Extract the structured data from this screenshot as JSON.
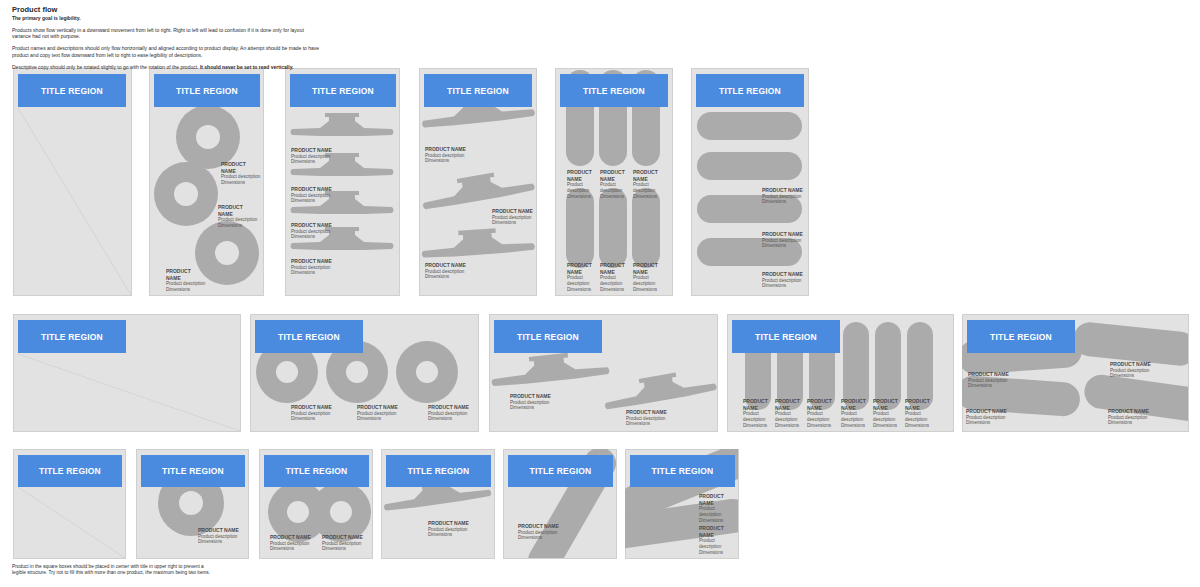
{
  "diagram": {
    "title": "Product flow",
    "caption": "Product in the square boxes should be placed in center with title in upper right to prevent a legible structure. Try not to fill this with more than one product, the maximum being two items.",
    "nodes": [
      {
        "text": []
      },
      {
        "text": [
          "TITLE REGION"
        ],
        "in": 0
      },
      {
        "text": [
          "PRODUCT NAME",
          "Product description",
          "Dimensions",
          "PRODUCT NAME",
          "Product description",
          "Dimensions",
          "PRODUCT NAME",
          "Product description",
          "Dimensions"
        ]
      },
      {
        "text": [
          "TITLE REGION"
        ],
        "in": 2
      },
      {
        "text": [
          "PRODUCT NAME",
          "Product description",
          "Dimensions",
          "PRODUCT NAME",
          "Product description",
          "Dimensions",
          "PRODUCT NAME",
          "Product description",
          "Dimensions",
          "PRODUCT NAME",
          "Product description",
          "Dimensions"
        ]
      },
      {
        "text": [
          "TITLE REGION"
        ],
        "in": 4
      },
      {
        "text": [
          "PRODUCT NAME",
          "Product description",
          "Dimensions",
          "PRODUCT NAME",
          "Product description",
          "Dimensions",
          "PRODUCT NAME",
          "Product description",
          "Dimensions"
        ]
      },
      {
        "text": [
          "TITLE REGION"
        ],
        "in": 6
      },
      {
        "text": [
          "PRODUCT NAME",
          "Product description",
          "Dimensions",
          "PRODUCT NAME",
          "Product description",
          "Dimensions",
          "PRODUCT NAME",
          "Product description",
          "Dimensions",
          "PRODUCT NAME",
          "Product description",
          "Dimensions",
          "PRODUCT NAME",
          "Product description",
          "Dimensions",
          "PRODUCT NAME",
          "Product description",
          "Dimensions"
        ]
      },
      {
        "text": [
          "TITLE REGION"
        ],
        "in": 8
      },
      {
        "text": [
          "PRODUCT NAME",
          "Product description",
          "Dimensions",
          "PRODUCT NAME",
          "Product description",
          "Dimensions",
          "PRODUCT NAME",
          "Product description",
          "Dimensions"
        ]
      },
      {
        "text": [
          "TITLE REGION"
        ],
        "in": 10
      },
      {
        "text": []
      },
      {
        "text": [
          "TITLE REGION"
        ],
        "in": 12
      },
      {
        "text": [
          "PRODUCT NAME",
          "Product description",
          "Dimensions",
          "PRODUCT NAME",
          "Product description",
          "Dimensions",
          "PRODUCT NAME",
          "Product description",
          "Dimensions"
        ]
      },
      {
        "text": [
          "TITLE REGION"
        ],
        "in": 14
      },
      {
        "text": [
          "PRODUCT NAME",
          "Product description",
          "Dimensions",
          "PRODUCT NAME",
          "Product description",
          "Dimensions"
        ]
      },
      {
        "text": [
          "TITLE REGION"
        ],
        "in": 16
      },
      {
        "text": [
          "PRODUCT NAME",
          "Product description",
          "Dimensions",
          "PRODUCT NAME",
          "Product description",
          "Dimensions",
          "PRODUCT NAME",
          "Product description",
          "Dimensions",
          "PRODUCT NAME",
          "Product description",
          "Dimensions",
          "PRODUCT NAME",
          "Product description",
          "Dimensions",
          "PRODUCT NAME",
          "Product description",
          "Dimensions"
        ]
      },
      {
        "text": [
          "TITLE REGION"
        ],
        "in": 18
      },
      {
        "text": [
          "PRODUCT NAME",
          "Product description",
          "Dimensions",
          "PRODUCT NAME",
          "Product description",
          "Dimensions",
          "PRODUCT NAME",
          "Product description",
          "Dimensions",
          "PRODUCT NAME",
          "Product description",
          "Dimensions"
        ]
      },
      {
        "text": [
          "TITLE REGION"
        ],
        "in": 20
      },
      {
        "text": []
      },
      {
        "text": [
          "TITLE REGION"
        ],
        "in": 22
      },
      {
        "text": [
          "PRODUCT NAME",
          "Product description",
          "Dimensions"
        ]
      },
      {
        "text": [
          "TITLE REGION"
        ],
        "in": 24
      },
      {
        "text": [
          "PRODUCT NAME",
          "Product description",
          "Dimensions",
          "PRODUCT NAME",
          "Product description",
          "Dimensions"
        ]
      },
      {
        "text": [
          "TITLE REGION"
        ],
        "in": 26
      },
      {
        "text": [
          "PRODUCT NAME",
          "Product description",
          "Dimensions"
        ]
      },
      {
        "text": [
          "TITLE REGION"
        ],
        "in": 28
      },
      {
        "text": [
          "PRODUCT NAME",
          "Product description",
          "Dimensions"
        ]
      },
      {
        "text": [
          "TITLE REGION"
        ],
        "in": 30
      },
      {
        "text": [
          "PRODUCT NAME",
          "Product description",
          "Dimensions",
          "PRODUCT NAME",
          "Product description",
          "Dimensions"
        ]
      },
      {
        "text": [
          "TITLE REGION"
        ],
        "in": 32
      }
    ],
    "labels": [
      "The primary goal is legibility.",
      "Products show flow vertically in a downward movement from left to right. Right to left will lead to confusion if it is done only for layout variance had not with purpose.",
      "Product names and descriptions should only flow horizontally and aligned according to product display. An attempt should be made to have product and copy text flow downward from left to right to ease legibility of descriptions.",
      "Descriptive copy should only be rotated slightly to go with the rotation of the product.",
      "It should never be set to read vertically."
    ]
  }
}
